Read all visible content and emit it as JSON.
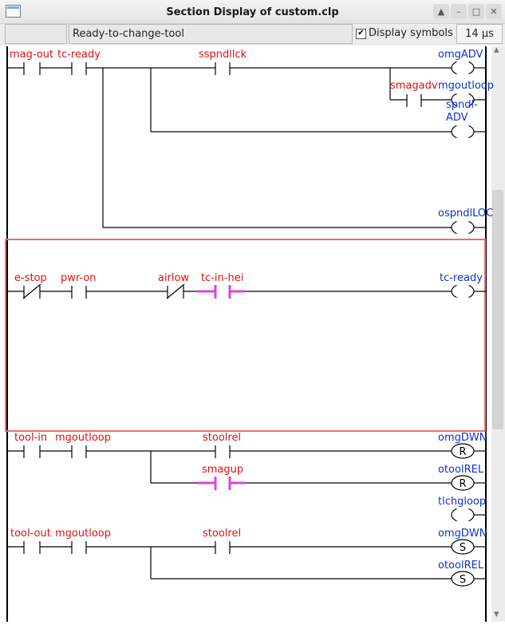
{
  "window": {
    "title": "Section Display of custom.clp",
    "buttons": [
      "up-icon",
      "minimize-icon",
      "maximize-icon",
      "close-icon"
    ]
  },
  "toolbar": {
    "section": "Ready-to-change-tool",
    "display_symbols_label": "Display symbols",
    "display_symbols_checked": true,
    "scan_time": "14 µs"
  },
  "colors": {
    "input_label": "#e01010",
    "output_label": "#1030d0",
    "highlight_contact": "#e040e0",
    "selected_rung_border": "#e87070"
  },
  "rungs": [
    {
      "contacts": [
        {
          "label": "mag-out",
          "type": "NO"
        },
        {
          "label": "tc-ready",
          "type": "NO"
        },
        {
          "label": "sspndllck",
          "type": "NO"
        },
        {
          "label": "smagadv",
          "type": "NO"
        }
      ],
      "outputs": [
        {
          "label": "omgADV",
          "type": "coil"
        },
        {
          "label": "mgoutloop",
          "type": "coil"
        },
        {
          "label": "spndl-",
          "type": "coil"
        },
        {
          "label": "ADV",
          "type": "coil"
        },
        {
          "label": "ospndlLOC",
          "type": "coil"
        }
      ]
    },
    {
      "selected": true,
      "contacts": [
        {
          "label": "e-stop",
          "type": "NC"
        },
        {
          "label": "pwr-on",
          "type": "NO"
        },
        {
          "label": "airlow",
          "type": "NC"
        },
        {
          "label": "tc-in-hei",
          "type": "NO",
          "highlighted": true
        }
      ],
      "outputs": [
        {
          "label": "tc-ready",
          "type": "coil"
        }
      ]
    },
    {
      "contacts": [
        {
          "label": "tool-in",
          "type": "NO"
        },
        {
          "label": "mgoutloop",
          "type": "NO"
        },
        {
          "label": "stoolrel",
          "type": "NO"
        },
        {
          "label": "smagup",
          "type": "NO",
          "highlighted": true
        }
      ],
      "outputs": [
        {
          "label": "omgDWN",
          "type": "reset",
          "symbol": "R"
        },
        {
          "label": "otoolREL",
          "type": "reset",
          "symbol": "R"
        },
        {
          "label": "tlchgloop",
          "type": "coil"
        }
      ]
    },
    {
      "contacts": [
        {
          "label": "tool-out",
          "type": "NO"
        },
        {
          "label": "mgoutloop",
          "type": "NO"
        },
        {
          "label": "stoolrel",
          "type": "NO"
        }
      ],
      "outputs": [
        {
          "label": "omgDWN",
          "type": "set",
          "symbol": "S"
        },
        {
          "label": "otoolREL",
          "type": "set",
          "symbol": "S"
        }
      ]
    }
  ]
}
